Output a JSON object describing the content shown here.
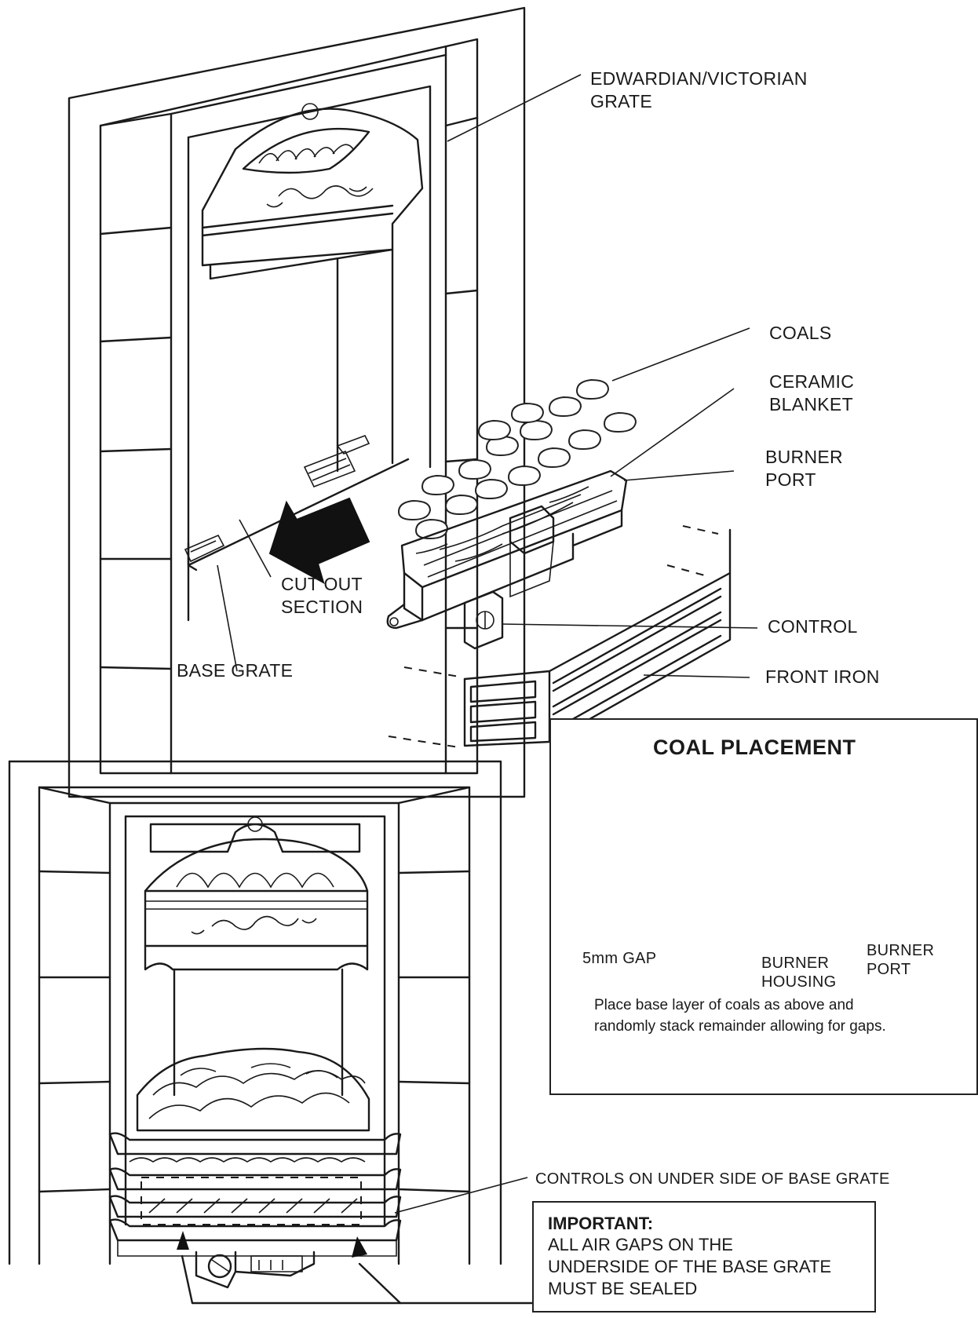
{
  "labels": {
    "grate": "EDWARDIAN/VICTORIAN\nGRATE",
    "coals": "COALS",
    "ceramic_blanket": "CERAMIC\nBLANKET",
    "burner_port": "BURNER\nPORT",
    "cut_out_section": "CUT OUT\nSECTION",
    "control": "CONTROL",
    "base_grate": "BASE GRATE",
    "front_iron": "FRONT IRON",
    "controls_underside": "CONTROLS ON UNDER SIDE OF BASE GRATE"
  },
  "coal_placement": {
    "title": "COAL PLACEMENT",
    "gap_label": "5mm GAP",
    "housing_label": "BURNER\nHOUSING",
    "port_label": "BURNER\nPORT",
    "instruction": "Place base layer of coals as above and\nrandomly stack remainder allowing for gaps."
  },
  "important": {
    "title": "IMPORTANT:",
    "body": "ALL AIR GAPS ON THE\nUNDERSIDE OF THE BASE GRATE\nMUST BE SEALED"
  }
}
